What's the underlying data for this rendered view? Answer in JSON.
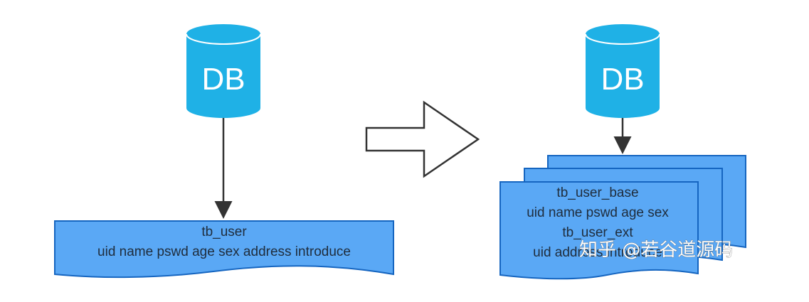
{
  "left": {
    "db_label": "DB",
    "table": {
      "name": "tb_user",
      "columns": "uid name pswd age sex address introduce"
    }
  },
  "right": {
    "db_label": "DB",
    "tables": [
      {
        "name": "tb_user_base",
        "columns": "uid name pswd age sex"
      },
      {
        "name": "tb_user_ext",
        "columns": "uid address introduce"
      }
    ]
  },
  "watermark": "知乎 @若谷道源码",
  "colors": {
    "db_fill": "#1fb1e6",
    "doc_fill": "#5aa8f5",
    "doc_stroke": "#1565c0",
    "arrow_stroke": "#333333"
  }
}
